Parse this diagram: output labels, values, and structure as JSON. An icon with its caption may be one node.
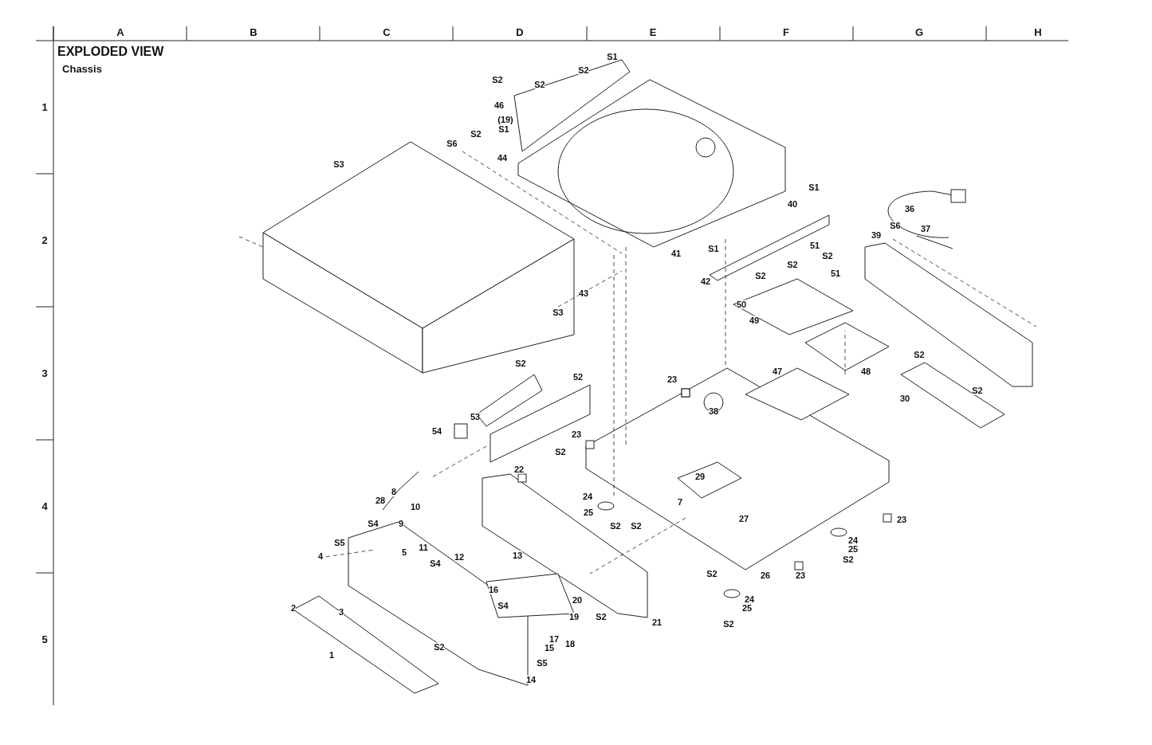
{
  "diagram": {
    "title": "EXPLODED VIEW",
    "labels": [
      "A",
      "B",
      "C",
      "D",
      "E",
      "F",
      "G",
      "H",
      "Chassis",
      "1",
      "2",
      "3",
      "4",
      "5",
      "S1",
      "S2",
      "S2",
      "S2",
      "46",
      "(19)",
      "S1",
      "S2",
      "S6",
      "44",
      "S3",
      "S1",
      "40",
      "36",
      "S6",
      "37",
      "39",
      "51",
      "S1",
      "41",
      "S2",
      "S2",
      "51",
      "S2",
      "42",
      "43",
      "50",
      "S3",
      "49",
      "S2",
      "S2",
      "23",
      "48",
      "47",
      "52",
      "S2",
      "30",
      "38",
      "53",
      "54",
      "23",
      "S2",
      "22",
      "29",
      "8",
      "24",
      "7",
      "28",
      "10",
      "25",
      "S2",
      "S2",
      "27",
      "23",
      "9",
      "S4",
      "24",
      "S5",
      "11",
      "25",
      "5",
      "13",
      "4",
      "12",
      "S2",
      "S4",
      "S2",
      "26",
      "23",
      "16",
      "20",
      "24",
      "2",
      "25",
      "S4",
      "3",
      "S2",
      "19",
      "21",
      "S2",
      "17",
      "S2",
      "18",
      "15",
      "1",
      "S5",
      "14"
    ]
  }
}
